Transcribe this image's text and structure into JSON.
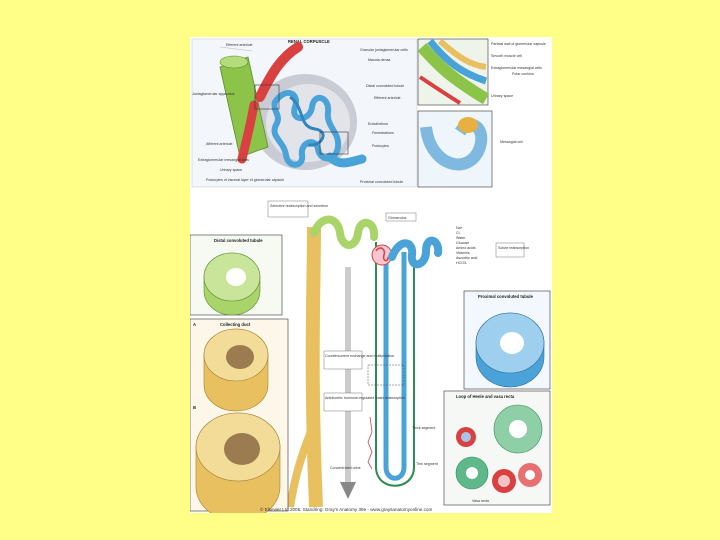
{
  "figure": {
    "top_title": "RENAL CORPUSCLE",
    "top_left_labels": [
      "Efferent arteriole",
      "Juxtaglomerular apparatus",
      "Afferent arteriole",
      "Extraglomerular mesangial cells",
      "Urinary space",
      "Podocytes of visceral layer of glomerular capsule"
    ],
    "top_center_labels": [
      "Granular juxtaglomerular cells",
      "Macula densa",
      "Distal convoluted tubule",
      "Efferent arteriole",
      "Proximal convoluted tubule"
    ],
    "inset_labels": [
      "Parietal wall of glomerular capsule",
      "Smooth muscle cell",
      "Extraglomerular mesangial cells",
      "Polar cushion",
      "Urinary space"
    ],
    "inset2_labels": [
      "Endothelium",
      "Fenestrations",
      "Podocytes",
      "Mesangial cell"
    ],
    "flow_labels": [
      "Selective reabsorption and secretion",
      "Glomerulus",
      "Solute reabsorption"
    ],
    "filtrate_list": [
      "Na+",
      "Cl-",
      "Water",
      "Glucose",
      "Amino acids",
      "Vitamins",
      "Ascorbic acid",
      "HCO3-"
    ],
    "panel_titles": [
      "Distal convoluted tubule",
      "Collecting duct",
      "Proximal convoluted tubule",
      "Loop of Henle and vasa recta"
    ],
    "panel_letters": [
      "A",
      "B"
    ],
    "mid_labels": [
      "Countercurrent exchange and multiplication",
      "Antidiuretic hormone-regulated water reabsorption",
      "Concentrated urine"
    ],
    "loop_labels": [
      "Thick segment",
      "Thin segment",
      "Vasa recta"
    ],
    "copyright": "© Elsevier Ltd 2005. Standring: Gray's Anatomy 39e - www.graysanatomyonline.com"
  },
  "colors": {
    "slide_background": "#ffff88",
    "tubule_blue": "#4aa3d8",
    "tubule_yellow": "#e8c060",
    "vessel_red": "#d94040",
    "tubule_green": "#8cc44a"
  }
}
